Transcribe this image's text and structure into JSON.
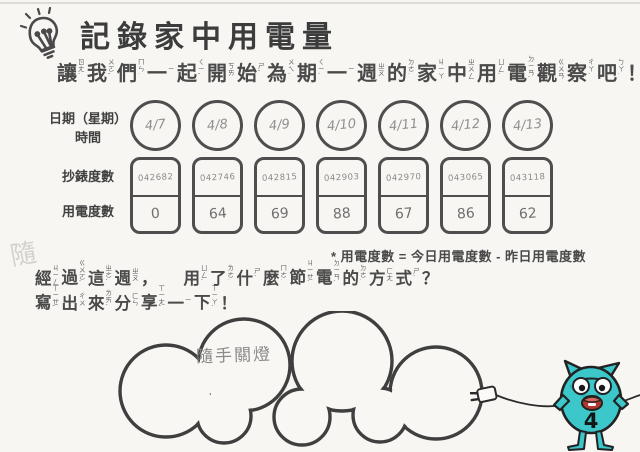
{
  "title": "記錄家中用電量",
  "intro": {
    "units": [
      {
        "c": "讓",
        "z": "ㄖㄤˋ"
      },
      {
        "c": "我",
        "z": "ㄨㄛˇ"
      },
      {
        "c": "們",
        "z": "ㄇㄣ˙"
      },
      {
        "c": "一",
        "z": "ㄧ"
      },
      {
        "c": "起",
        "z": "ㄑㄧˇ"
      },
      {
        "c": "開",
        "z": "ㄎㄞ"
      },
      {
        "c": "始",
        "z": "ㄕˇ"
      },
      {
        "c": "為",
        "z": "ㄨㄟˊ"
      },
      {
        "c": "期",
        "z": "ㄑㄧˊ"
      },
      {
        "c": "一",
        "z": "ㄧ"
      },
      {
        "c": "週",
        "z": "ㄓㄡ"
      },
      {
        "c": "的",
        "z": "ㄉㄜ˙"
      },
      {
        "c": "家",
        "z": "ㄐㄧㄚ"
      },
      {
        "c": "中",
        "z": "ㄓㄨㄥ"
      },
      {
        "c": "用",
        "z": "ㄩㄥˋ"
      },
      {
        "c": "電",
        "z": "ㄉㄧㄢˋ"
      },
      {
        "c": "觀",
        "z": "ㄍㄨㄢ"
      },
      {
        "c": "察",
        "z": "ㄔㄚˊ"
      },
      {
        "c": "吧",
        "z": "ㄅㄚ˙"
      },
      {
        "c": "！",
        "z": ""
      }
    ]
  },
  "table": {
    "date_label_line1": "日期（星期）",
    "date_label_line2": "時間",
    "meter_row_label": "抄錶度數",
    "usage_row_label": "用電度數",
    "days": [
      {
        "date": "4/7",
        "meter": "042682",
        "usage": "0"
      },
      {
        "date": "4/8",
        "meter": "042746",
        "usage": "64"
      },
      {
        "date": "4/9",
        "meter": "042815",
        "usage": "69"
      },
      {
        "date": "4/10",
        "meter": "042903",
        "usage": "88"
      },
      {
        "date": "4/11",
        "meter": "042970",
        "usage": "67"
      },
      {
        "date": "4/12",
        "meter": "043065",
        "usage": "86"
      },
      {
        "date": "4/13",
        "meter": "043118",
        "usage": "62"
      }
    ]
  },
  "formula_note": "* 用電度數 = 今日用電度數 - 昨日用電度數",
  "question": {
    "line1_units": [
      {
        "c": "經",
        "z": "ㄐㄧㄥ"
      },
      {
        "c": "過",
        "z": "ㄍㄨㄛˋ"
      },
      {
        "c": "這",
        "z": "ㄓㄜˋ"
      },
      {
        "c": "週",
        "z": "ㄓㄡ"
      },
      {
        "c": "，",
        "z": "",
        "gap": true
      },
      {
        "c": "用",
        "z": "ㄩㄥˋ"
      },
      {
        "c": "了",
        "z": "ㄌㄜ˙"
      },
      {
        "c": "什",
        "z": "ㄕˊ"
      },
      {
        "c": "麼",
        "z": "ㄇㄜ˙"
      },
      {
        "c": "節",
        "z": "ㄐㄧㄝˊ"
      },
      {
        "c": "電",
        "z": "ㄉㄧㄢˋ"
      },
      {
        "c": "的",
        "z": "ㄉㄜ˙"
      },
      {
        "c": "方",
        "z": "ㄈㄤ"
      },
      {
        "c": "式",
        "z": "ㄕˋ"
      },
      {
        "c": "？",
        "z": ""
      }
    ],
    "line2_units": [
      {
        "c": "寫",
        "z": "ㄒㄧㄝˇ"
      },
      {
        "c": "出",
        "z": "ㄔㄨ"
      },
      {
        "c": "來",
        "z": "ㄌㄞˊ"
      },
      {
        "c": "分",
        "z": "ㄈㄣ"
      },
      {
        "c": "享",
        "z": "ㄒㄧㄤˇ"
      },
      {
        "c": "一",
        "z": "ㄧ"
      },
      {
        "c": "下",
        "z": "ㄒㄧㄚˋ"
      },
      {
        "c": "！",
        "z": ""
      }
    ]
  },
  "cloud_answer": "隨手關燈",
  "margin_scribble": "隨",
  "monster": {
    "badge_number": "4"
  },
  "colors": {
    "ink": "#3f3f3f",
    "pencil": "#8b8b8b",
    "line": "#4e4e4e",
    "monster_teal": "#3cc7cb",
    "monster_teal_dark": "#22a6ad",
    "mouth_red": "#b23630"
  }
}
